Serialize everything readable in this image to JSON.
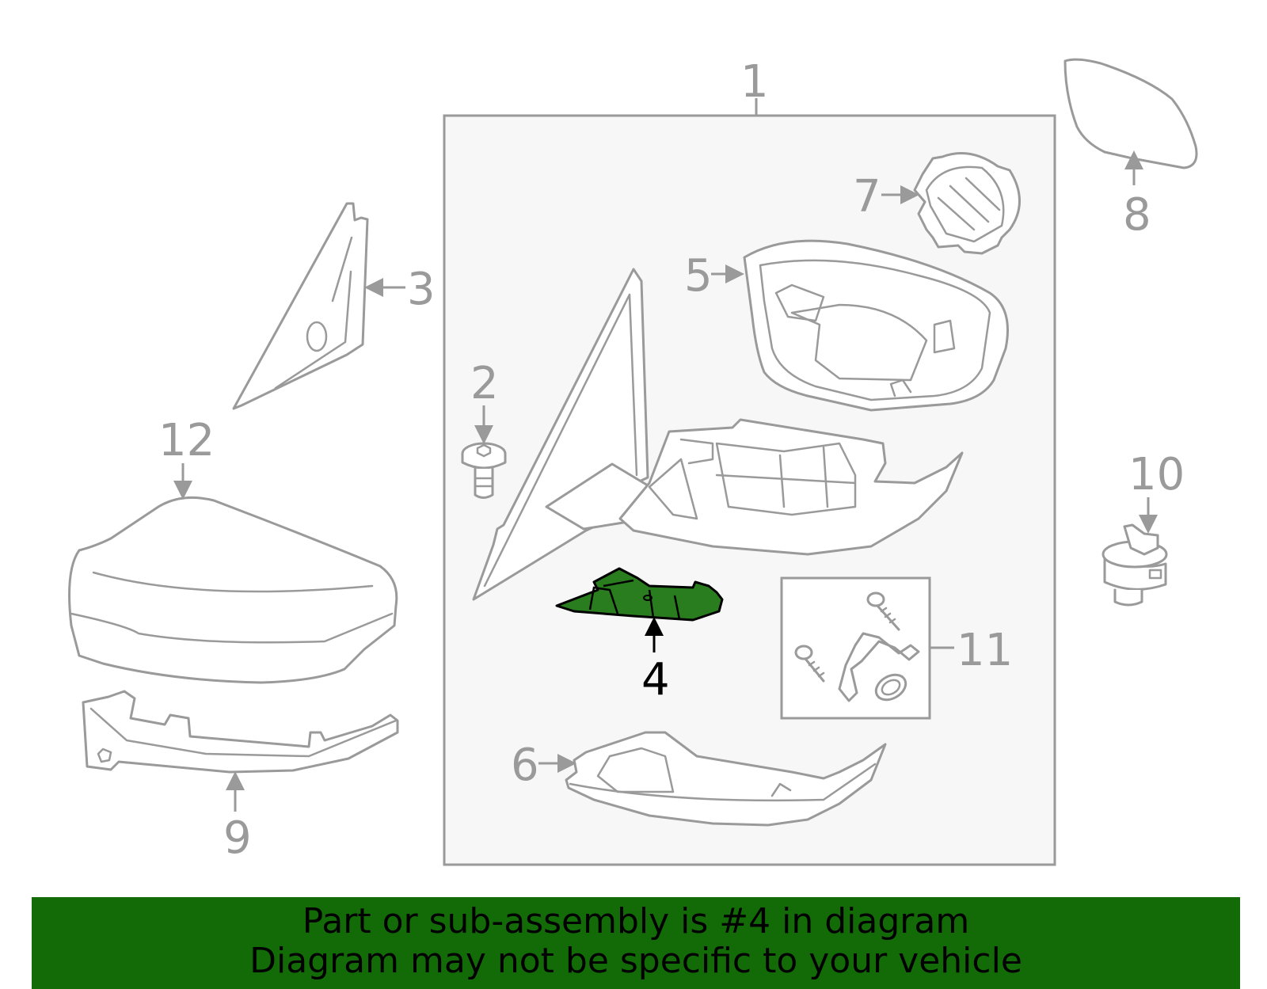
{
  "callouts": [
    "1",
    "2",
    "3",
    "4",
    "5",
    "6",
    "7",
    "8",
    "9",
    "10",
    "11",
    "12"
  ],
  "highlighted_callout": "4",
  "colors": {
    "highlight": "#136b08",
    "line": "#9a9a9a",
    "panel": "#f7f7f7",
    "banner": "#136b08"
  },
  "banner": {
    "line1": "Part or sub-assembly is #4 in diagram",
    "line2": "Diagram may not be specific to your vehicle"
  }
}
